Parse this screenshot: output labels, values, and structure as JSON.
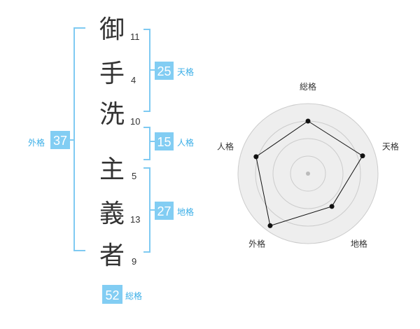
{
  "name": {
    "chars": [
      {
        "char": "御",
        "strokes": "11"
      },
      {
        "char": "手",
        "strokes": "4"
      },
      {
        "char": "洗",
        "strokes": "10"
      },
      {
        "char": "主",
        "strokes": "5"
      },
      {
        "char": "義",
        "strokes": "13"
      },
      {
        "char": "者",
        "strokes": "9"
      }
    ]
  },
  "kakusu": {
    "tenkaku": {
      "value": "25",
      "label": "天格"
    },
    "jinkaku": {
      "value": "15",
      "label": "人格"
    },
    "chikaku": {
      "value": "27",
      "label": "地格"
    },
    "gaikaku": {
      "value": "37",
      "label": "外格"
    },
    "soukaku": {
      "value": "52",
      "label": "総格"
    }
  },
  "colors": {
    "accent": "#82cdf3",
    "accent_text": "#3aaee7",
    "text": "#333333"
  },
  "chart_data": {
    "type": "radar",
    "axes": [
      "総格",
      "天格",
      "地格",
      "外格",
      "人格"
    ],
    "values": [
      0.75,
      0.82,
      0.58,
      0.92,
      0.78
    ],
    "range": [
      0,
      1
    ],
    "rings": 4,
    "grid": true,
    "colors": {
      "fill": "#eeeeee",
      "ring": "#cccccc",
      "line": "#111111",
      "center": "#bbbbbb"
    }
  }
}
